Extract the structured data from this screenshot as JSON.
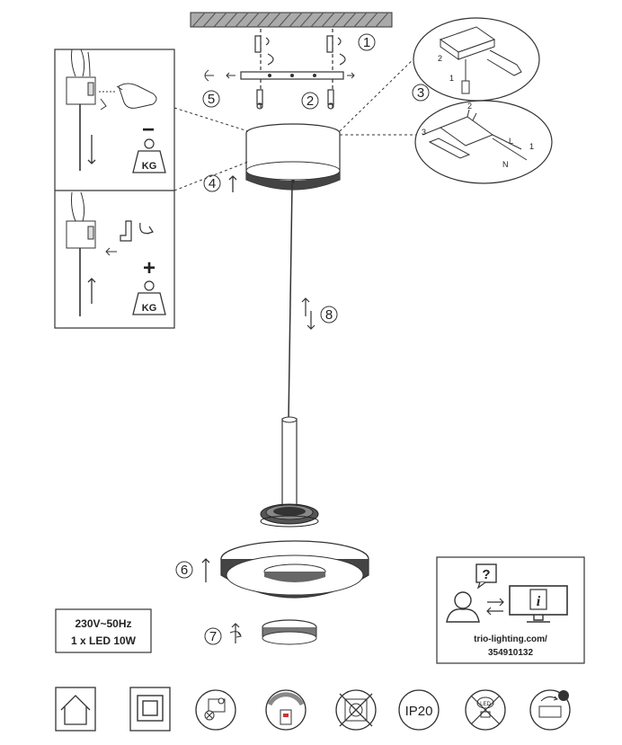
{
  "steps": {
    "s1": "1",
    "s2": "2",
    "s3": "3",
    "s4": "4",
    "s5": "5",
    "s6": "6",
    "s7": "7",
    "s8": "8"
  },
  "weight": {
    "minus": "−",
    "plus": "+",
    "kg_top": "KG",
    "kg_bottom": "KG"
  },
  "wiring": {
    "label_2a": "2",
    "label_1a": "1",
    "label_2b": "2",
    "label_3": "3",
    "label_L": "L",
    "label_N": "N",
    "label_1b": "1"
  },
  "specs": {
    "voltage": "230V~50Hz",
    "led": "1 x LED 10W"
  },
  "help": {
    "question": "?",
    "info": "i",
    "url": "trio-lighting.com/",
    "article": "354910132"
  },
  "symbols": {
    "ip_rating": "IP20",
    "led_label": "LED"
  }
}
